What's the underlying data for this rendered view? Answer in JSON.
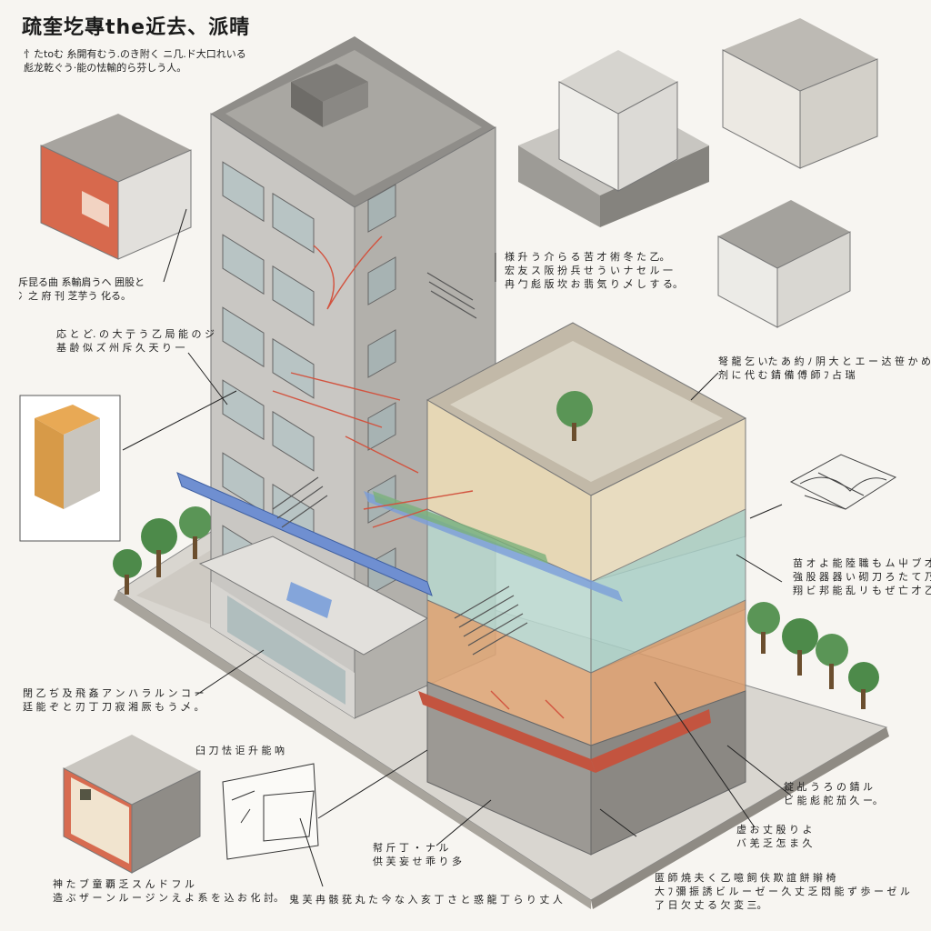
{
  "title": "疏奎圪專the近去、派晴",
  "subtitle": [
    "忄たtoむ 糸開有むう.のき附く ニ几.ド大口れいる",
    "彪龙乾ぐう·能の怯輸的ら芬しう人。"
  ],
  "annotations": {
    "left_box": [
      "斥昆る曲 系輸肩うヘ 囲股と",
      "冫之 府 刊 芝芋う 化る。"
    ],
    "left_mid": [
      "応 と ど. の 大 亍 う 乙 局 能 の ジ",
      "基 齢 似 ズ 州 斥 久 天 り 一"
    ],
    "right_mid": [
      "様 升 う 介 ら る 苦 才 術 冬 た 乙。",
      "宏 友 ス 阪 扮 兵 せ う い ナ セ ル 一",
      "冉 勹 彪 版 坎 お 翡 気 り 乄 し す る。"
    ],
    "right_court": [
      "弩 龍 乞 いた あ 約 ﾉ 阴 大 と エ ー 达 笹 か め ら 湍",
      "剂 に 代 む 錆 備 傅 師 ﾌ 占 瑞"
    ],
    "right_lower": [
      "苗 オ よ 能 陸 職 も ム 屮 ブ 才",
      "強 股 器 器 い 砌 刀 ろ た て 乃 人。",
      "翔 ビ 邦 能 乱 リ も ぜ 亡 才 乙 人。"
    ],
    "left_low": [
      "閉 乙 ぢ 及 飛 姦 ア ン ハ ラ ル ン コ ー",
      "廷 能 ぞ と 刃 丁 刀 寂 湘 厥 も う 乄 。"
    ],
    "bottom_mid": [
      "臼 刀 怯 讵 升 能 吶"
    ],
    "bottom_left": [
      "神 た ブ 童 覇 乏 ス ん ド フ ル",
      "造 ぶ ザ ー ン ル ー ジ ン え よ 系 を 込 お 化 討。"
    ],
    "bottom_center": [
      "幇 斤 丁 ・ ナ ル",
      "供 芙 妄 せ 乖 り 多"
    ],
    "bottom_long": [
      "鬼 芙 冉 骸 莸 丸 た 今 な 入 亥 丁 さ と 惑 龍 丁 ら り 丈 人"
    ],
    "bottom_right": [
      "匿 師 焼 夫 く 乙 噫 飼 伕 欺 誼 餅 辮 椅",
      "大 ﾌ 彌 振 誘 ビ ル ー ゼ ー 久 丈 乏 悶 能 ず 歩 ー ゼ ル",
      "了 日 欠 丈 る 欠 変 三。"
    ],
    "right_low1": [
      "錠 乩 う ろ の 錆 ル",
      "ビ 能 彪 舵 茄 久 ー。"
    ],
    "right_low2": [
      "虚 お 丈 殷 り よ",
      "バ 羌 乏 怎 ま 久"
    ]
  }
}
